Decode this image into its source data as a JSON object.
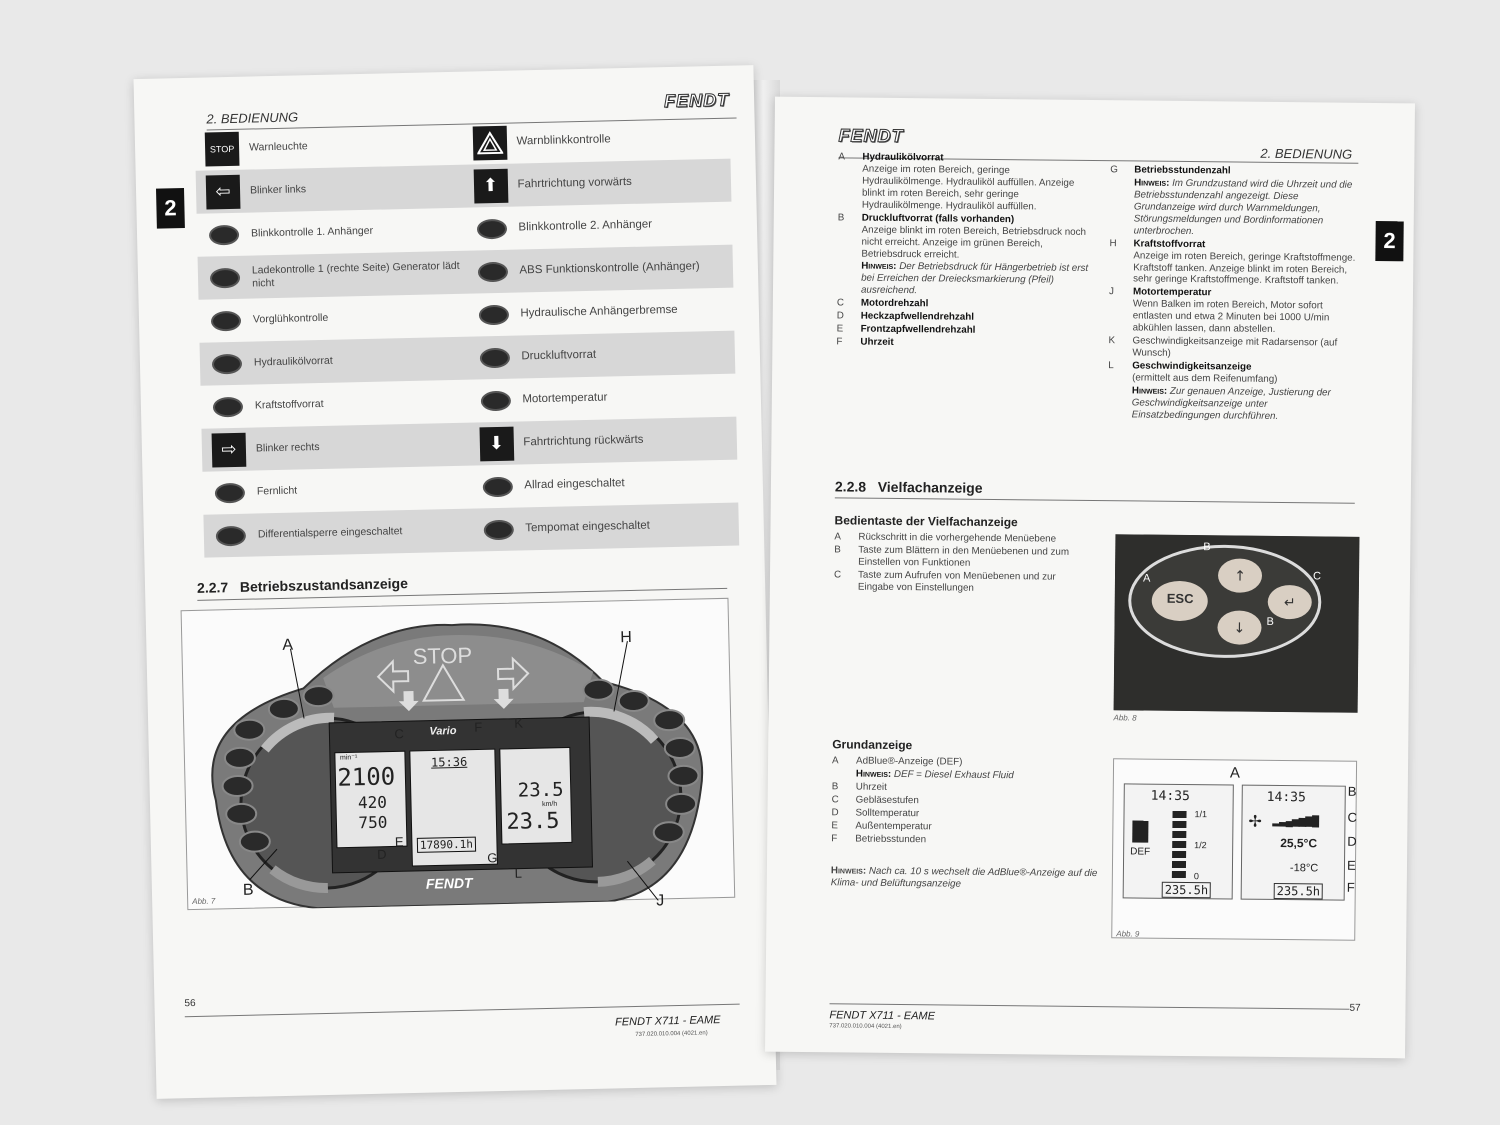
{
  "left": {
    "header": "2. BEDIENUNG",
    "brand": "FENDT",
    "tab": "2",
    "rows": [
      {
        "l_icon": "stop-icon",
        "l_icon_text": "STOP",
        "l": "Warnleuchte",
        "r_icon": "hazard-icon",
        "r": "Warnblinkkontrolle",
        "shade": false
      },
      {
        "l_icon": "arrow-left-icon",
        "l_icon_text": "⇦",
        "l": "Blinker links",
        "r_icon": "arrow-up-icon",
        "r_icon_text": "⬆",
        "r": "Fahrtrichtung vorwärts",
        "shade": true
      },
      {
        "l_icon": "blinker-trailer-icon",
        "l": "Blinkkontrolle 1. Anhänger",
        "r_icon": "blinker-trailer-icon",
        "r": "Blinkkontrolle 2. Anhänger",
        "shade": false
      },
      {
        "l_icon": "charge-icon",
        "l": "Ladekontrolle 1 (rechte Seite) Generator lädt nicht",
        "r_icon": "abs-icon",
        "r": "ABS Funktionskontrolle (Anhänger)",
        "shade": true
      },
      {
        "l_icon": "glow-plug-icon",
        "l": "Vorglühkontrolle",
        "r_icon": "trailer-brake-icon",
        "r": "Hydraulische Anhängerbremse",
        "shade": false
      },
      {
        "l_icon": "hydraulic-oil-icon",
        "l": "Hydraulikölvorrat",
        "r_icon": "air-pressure-icon",
        "r": "Druckluftvorrat",
        "shade": true
      },
      {
        "l_icon": "fuel-icon",
        "l": "Kraftstoffvorrat",
        "r_icon": "engine-temp-icon",
        "r": "Motortemperatur",
        "shade": false
      },
      {
        "l_icon": "arrow-right-icon",
        "l_icon_text": "⇨",
        "l": "Blinker rechts",
        "r_icon": "arrow-down-icon",
        "r_icon_text": "⬇",
        "r": "Fahrtrichtung rückwärts",
        "shade": true
      },
      {
        "l_icon": "high-beam-icon",
        "l": "Fernlicht",
        "r_icon": "four-wheel-drive-icon",
        "r": "Allrad eingeschaltet",
        "shade": false
      },
      {
        "l_icon": "diff-lock-icon",
        "l": "Differentialsperre eingeschaltet",
        "r_icon": "cruise-control-icon",
        "r": "Tempomat eingeschaltet",
        "shade": true
      }
    ],
    "section_num": "2.2.7",
    "section_title": "Betriebszustandsanzeige",
    "figure": {
      "stop": "STOP",
      "vario": "Vario",
      "rpm_unit": "min⁻¹",
      "rpm": "2100",
      "pto_rear": "420",
      "pto_front": "750",
      "time": "15:36",
      "hours": "17890.1h",
      "speed1": "23.5",
      "speed_unit": "km/h",
      "speed2": "23.5",
      "fendt": "FENDT",
      "callouts": [
        "A",
        "B",
        "C",
        "D",
        "E",
        "F",
        "G",
        "H",
        "J",
        "K",
        "L"
      ],
      "caption": "Abb. 7"
    },
    "page_no": "56",
    "footer": "FENDT X711 - EAME",
    "footer_code": "737.020.010.004 (4021.en)"
  },
  "right": {
    "brand": "FENDT",
    "header": "2. BEDIENUNG",
    "tab": "2",
    "col1": [
      {
        "k": "A",
        "t": "Hydraulikölvorrat",
        "d": "Anzeige im roten Bereich, geringe Hydraulikölmenge. Hydrauliköl auffüllen. Anzeige blinkt im roten Bereich, sehr geringe Hydraulikölmenge. Hydrauliköl auffüllen."
      },
      {
        "k": "B",
        "t": "Druckluftvorrat (falls vorhanden)",
        "d": "Anzeige blinkt im roten Bereich, Betriebsdruck noch nicht erreicht. Anzeige im grünen Bereich, Betriebsdruck erreicht."
      },
      {
        "k": "",
        "t": "",
        "hint_label": "Hinweis:",
        "d": "Der Betriebsdruck für Hängerbetrieb ist erst bei Erreichen der Dreiecksmarkierung (Pfeil) ausreichend."
      },
      {
        "k": "C",
        "t": "Motordrehzahl",
        "d": ""
      },
      {
        "k": "D",
        "t": "Heckzapfwellendrehzahl",
        "d": ""
      },
      {
        "k": "E",
        "t": "Frontzapfwellendrehzahl",
        "d": ""
      },
      {
        "k": "F",
        "t": "Uhrzeit",
        "d": ""
      }
    ],
    "col2": [
      {
        "k": "G",
        "t": "Betriebsstundenzahl",
        "d": ""
      },
      {
        "k": "",
        "t": "",
        "hint_label": "Hinweis:",
        "d": "Im Grundzustand wird die Uhrzeit und die Betriebsstundenzahl angezeigt. Diese Grundanzeige wird durch Warnmeldungen, Störungsmeldungen und Bordinformationen unterbrochen."
      },
      {
        "k": "H",
        "t": "Kraftstoffvorrat",
        "d": "Anzeige im roten Bereich, geringe Kraftstoffmenge. Kraftstoff tanken. Anzeige blinkt im roten Bereich, sehr geringe Kraftstoffmenge. Kraftstoff tanken."
      },
      {
        "k": "J",
        "t": "Motortemperatur",
        "d": "Wenn Balken im roten Bereich, Motor sofort entlasten und etwa 2 Minuten bei 1000 U/min abkühlen lassen, dann abstellen."
      },
      {
        "k": "K",
        "t": "",
        "d": "Geschwindigkeitsanzeige mit Radarsensor (auf Wunsch)"
      },
      {
        "k": "L",
        "t": "Geschwindigkeitsanzeige",
        "d": "(ermittelt aus dem Reifenumfang)"
      },
      {
        "k": "",
        "t": "",
        "hint_label": "Hinweis:",
        "d": "Zur genauen Anzeige, Justierung der Geschwindigkeitsanzeige unter Einsatzbedingungen durchführen."
      }
    ],
    "section_num": "2.2.8",
    "section_title": "Vielfachanzeige",
    "sub1": "Bedientaste der Vielfachanzeige",
    "sub1_items": [
      {
        "k": "A",
        "d": "Rückschritt in die vorhergehende Menüebene"
      },
      {
        "k": "B",
        "d": "Taste zum Blättern in den Menüebenen und zum Einstellen von Funktionen"
      },
      {
        "k": "C",
        "d": "Taste zum Aufrufen von Menüebenen und zur Eingabe von Einstellungen"
      }
    ],
    "photo": {
      "esc": "ESC",
      "caption": "Abb. 8",
      "labels": [
        "A",
        "B",
        "B",
        "C"
      ]
    },
    "sub2": "Grundanzeige",
    "sub2_items": [
      {
        "k": "A",
        "d": "AdBlue®-Anzeige (DEF)"
      },
      {
        "k": "",
        "hint_label": "Hinweis:",
        "d": "DEF = Diesel Exhaust Fluid"
      },
      {
        "k": "B",
        "d": "Uhrzeit"
      },
      {
        "k": "C",
        "d": "Gebläsestufen"
      },
      {
        "k": "D",
        "d": "Solltemperatur"
      },
      {
        "k": "E",
        "d": "Außentemperatur"
      },
      {
        "k": "F",
        "d": "Betriebsstunden"
      }
    ],
    "sub2_hint_label": "Hinweis:",
    "sub2_hint": "Nach ca. 10 s wechselt die AdBlue®-Anzeige auf die Klima- und Belüftungsanzeige",
    "lcd": {
      "time_l": "14:35",
      "time_r": "14:35",
      "scale_top": "1/1",
      "scale_mid": "1/2",
      "scale_bot": "0",
      "def": "DEF",
      "hours_l": "235.5h",
      "hours_r": "235.5h",
      "set_temp": "25,5°C",
      "out_temp": "-18°C",
      "labels": [
        "A",
        "B",
        "C",
        "D",
        "E",
        "F"
      ],
      "caption": "Abb. 9"
    },
    "page_no": "57",
    "footer": "FENDT X711 - EAME",
    "footer_code": "737.020.010.004 (4021.en)"
  }
}
